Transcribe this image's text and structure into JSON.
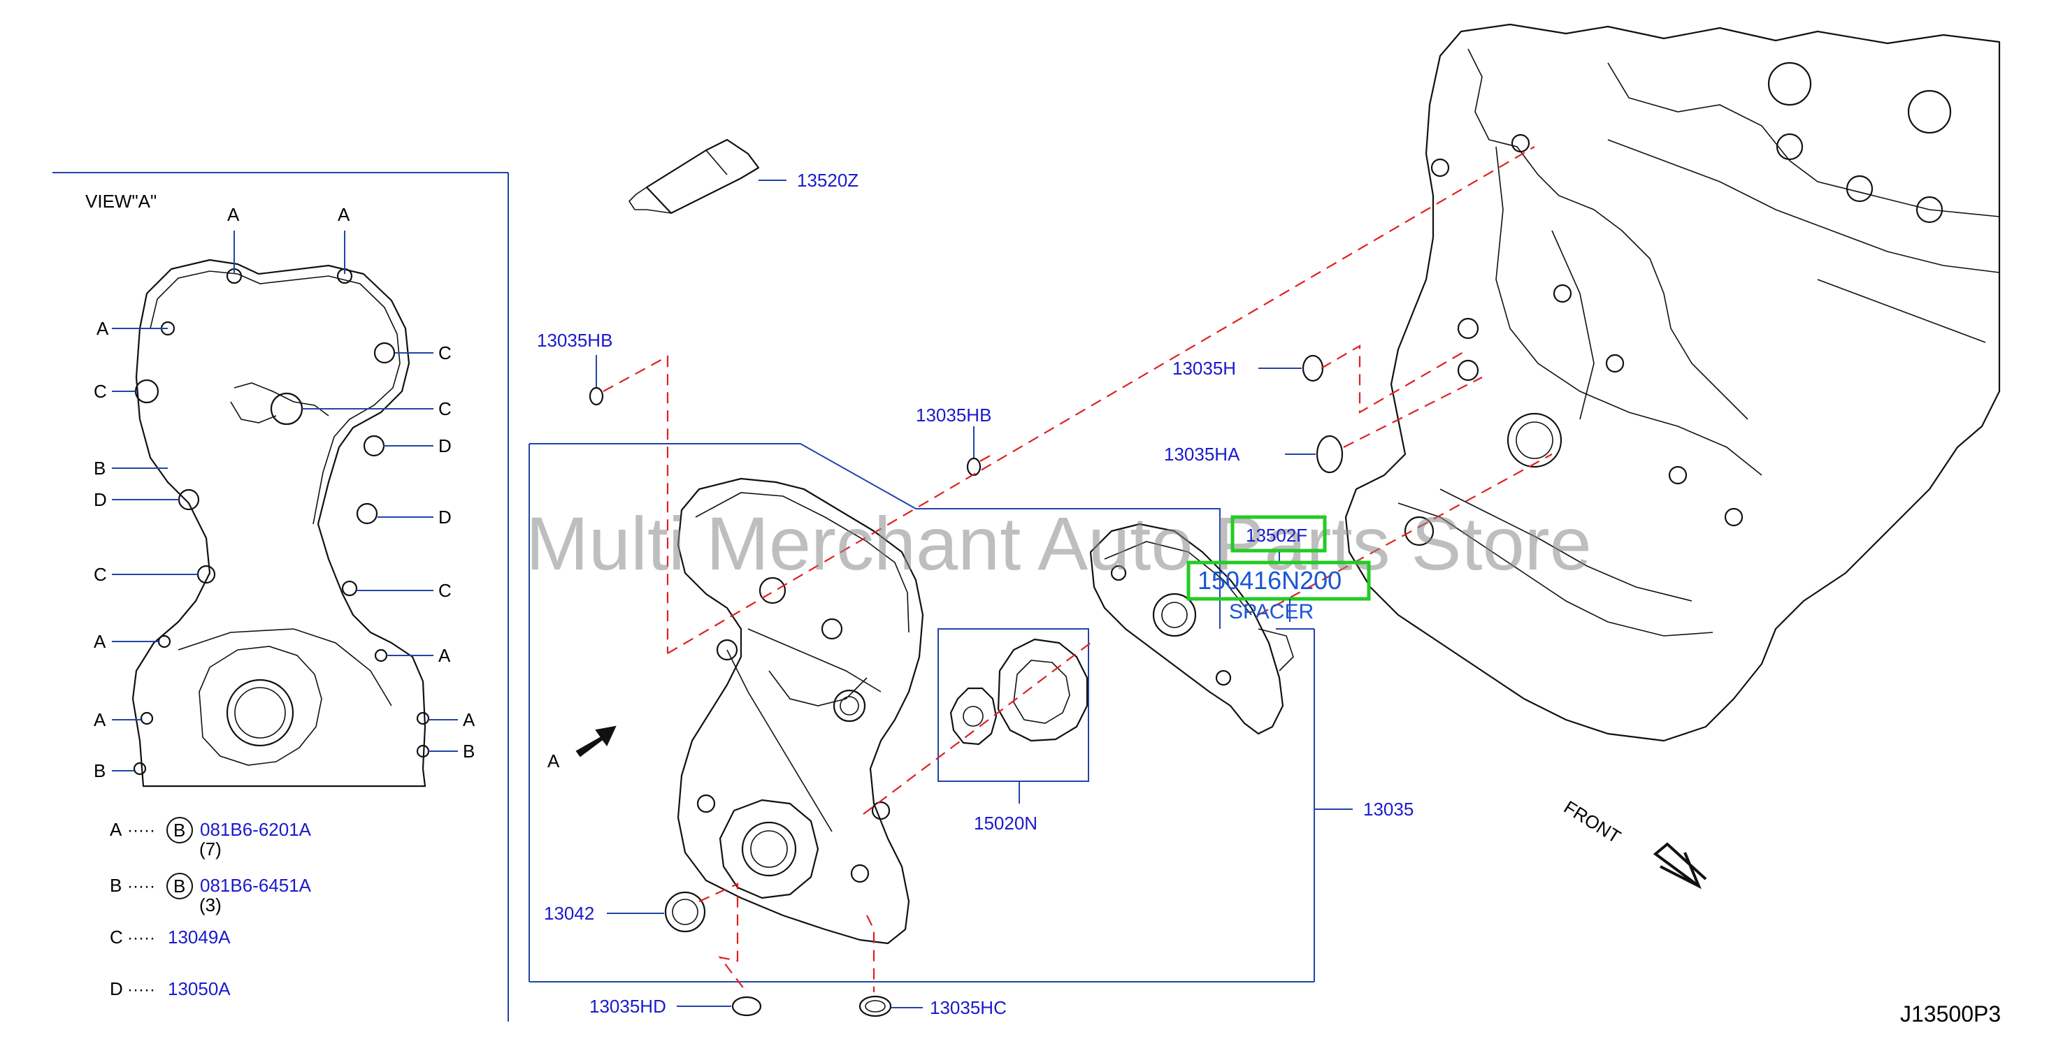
{
  "diagram": {
    "diagram_code": "J13500P3",
    "watermark": "Multi Merchant Auto Parts Store",
    "front_label": "FRONT",
    "view_a": {
      "title": "VIEW\"A\"",
      "markers": {
        "a": "A",
        "b": "B",
        "c": "C",
        "d": "D"
      }
    },
    "legend": [
      {
        "letter": "A",
        "dots": "·····",
        "circle": "B",
        "part": "081B6-6201A",
        "qty": "(7)"
      },
      {
        "letter": "B",
        "dots": "·····",
        "circle": "B",
        "part": "081B6-6451A",
        "qty": "(3)"
      },
      {
        "letter": "C",
        "dots": "·····",
        "part": "13049A"
      },
      {
        "letter": "D",
        "dots": "·····",
        "part": "13050A"
      }
    ],
    "callouts": {
      "sealant_tube": "13520Z",
      "oring_hb_left": "13035HB",
      "oring_hb_mid": "13035HB",
      "oring_h": "13035H",
      "oring_ha": "13035HA",
      "part_13502f": "13502F",
      "highlighted_part": "150416N200",
      "spacer": "SPACER",
      "gear_set": "15020N",
      "cover_assembly": "13035",
      "oil_seal": "13042",
      "plug_hd": "13035HD",
      "plug_hc": "13035HC",
      "view_arrow": "A"
    }
  },
  "colors": {
    "label_blue": "#1a1acc",
    "leader_blue": "#2244aa",
    "dash_red": "#e02020",
    "highlight_green": "#22cc22",
    "highlight_text": "#1a56d6"
  }
}
